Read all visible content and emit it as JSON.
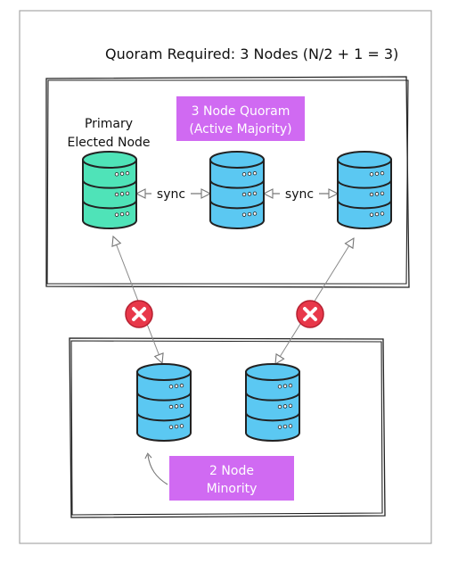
{
  "diagram": {
    "title": "Quoram Required: 3 Nodes (N/2 + 1 = 3)",
    "majority_box": {
      "label_line1": "3 Node Quoram",
      "label_line2": "(Active Majority)"
    },
    "primary_label": {
      "line1": "Primary",
      "line2": "Elected Node"
    },
    "sync_labels": [
      "sync",
      "sync"
    ],
    "minority_box": {
      "label_line1": "2 Node",
      "label_line2": "Minority"
    },
    "nodes": [
      {
        "id": "primary",
        "role": "primary",
        "color": "#4fe3b8"
      },
      {
        "id": "replica-1",
        "role": "replica",
        "color": "#5bc8f2"
      },
      {
        "id": "replica-2",
        "role": "replica",
        "color": "#5bc8f2"
      },
      {
        "id": "minority-1",
        "role": "minority",
        "color": "#5bc8f2"
      },
      {
        "id": "minority-2",
        "role": "minority",
        "color": "#5bc8f2"
      }
    ],
    "broken_links_icon": "red-x-icon",
    "colors": {
      "label_box_fill": "#d06af2",
      "label_box_text": "#ffffff",
      "error_red": "#e8384a",
      "arrow_gray": "#888888"
    }
  }
}
